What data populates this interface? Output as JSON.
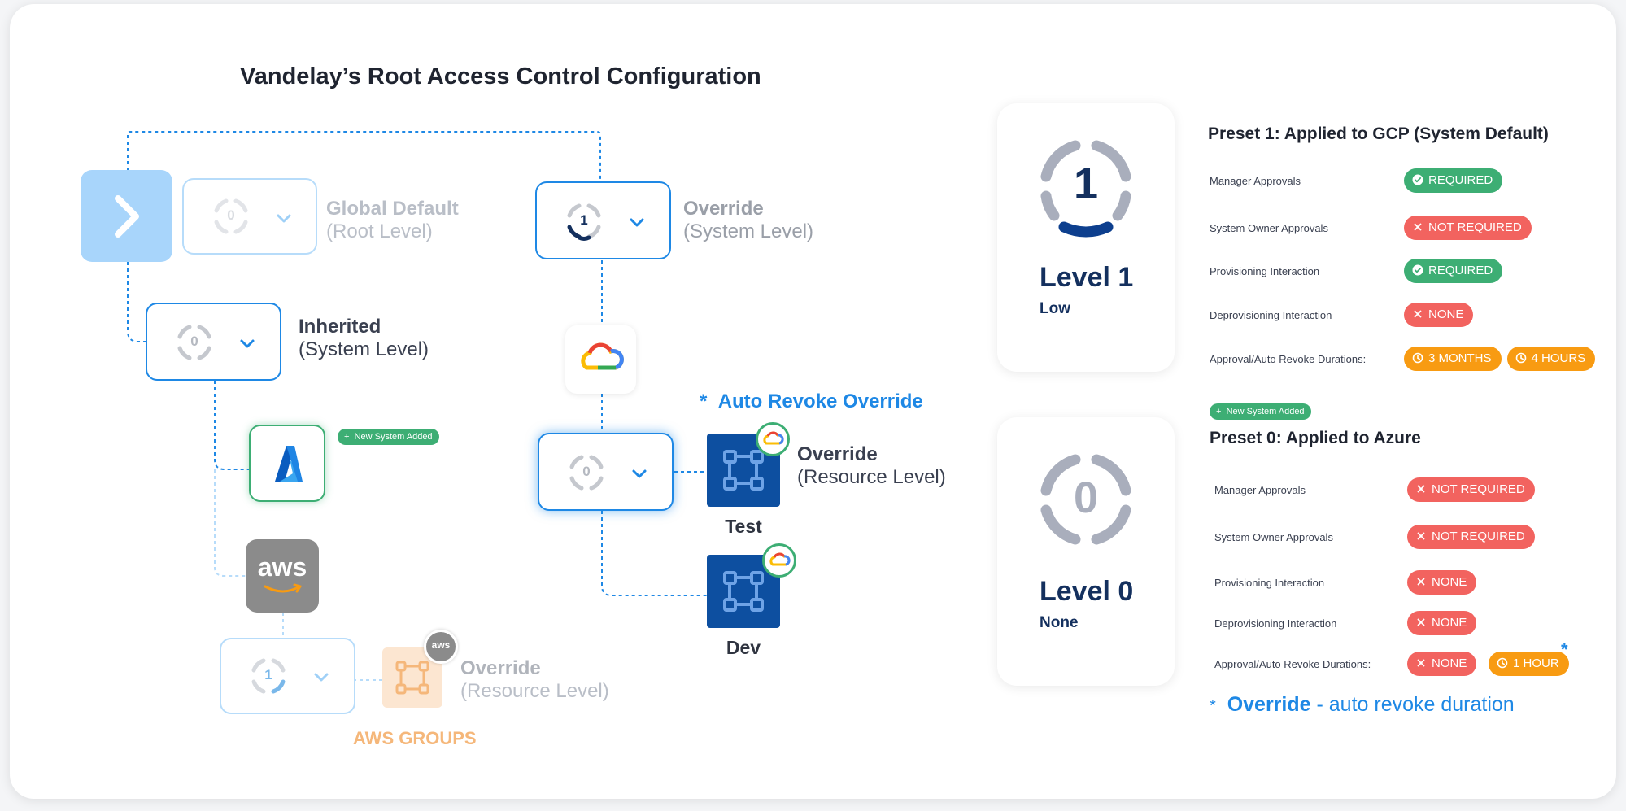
{
  "title": "Vandelay’s Root Access Control Configuration",
  "nodes": {
    "global": {
      "value": "0",
      "line1": "Global Default",
      "line2": "(Root Level)"
    },
    "inherited": {
      "value": "0",
      "line1": "Inherited",
      "line2": "(System Level)"
    },
    "override_system": {
      "value": "1",
      "line1": "Override",
      "line2": "(System Level)"
    },
    "override_resource": {
      "value": "0",
      "line1": "Override",
      "line2": "(Resource Level)"
    },
    "aws_override": {
      "value": "1",
      "line1": "Override",
      "line2": "(Resource Level)"
    }
  },
  "new_system_badge": "New System Added",
  "auto_revoke_label": "Auto Revoke Override",
  "auto_revoke_star": "*",
  "aws_logo_text": "aws",
  "aws_badge_text": "aws",
  "resources": {
    "test": "Test",
    "dev": "Dev"
  },
  "aws_groups": "AWS GROUPS",
  "levels": [
    {
      "number": "1",
      "title": "Level 1",
      "subtitle": "Low"
    },
    {
      "number": "0",
      "title": "Level 0",
      "subtitle": "None"
    }
  ],
  "preset1": {
    "title": "Preset 1: Applied to GCP (System Default)",
    "rows": [
      {
        "label": "Manager Approvals",
        "pills": [
          {
            "text": "REQUIRED",
            "color": "green",
            "icon": "check-icon"
          }
        ]
      },
      {
        "label": "System Owner Approvals",
        "pills": [
          {
            "text": "NOT REQUIRED",
            "color": "red",
            "icon": "x-icon"
          }
        ]
      },
      {
        "label": "Provisioning Interaction",
        "pills": [
          {
            "text": "REQUIRED",
            "color": "green",
            "icon": "check-icon"
          }
        ]
      },
      {
        "label": "Deprovisioning Interaction",
        "pills": [
          {
            "text": "NONE",
            "color": "red",
            "icon": "x-icon"
          }
        ]
      },
      {
        "label": "Approval/Auto Revoke Durations:",
        "pills": [
          {
            "text": "3 MONTHS",
            "color": "orange",
            "icon": "clock-icon"
          },
          {
            "text": "4 HOURS",
            "color": "orange",
            "icon": "clock-icon"
          }
        ]
      }
    ]
  },
  "preset0": {
    "badge": "New System Added",
    "title": "Preset 0: Applied to Azure",
    "rows": [
      {
        "label": "Manager Approvals",
        "pills": [
          {
            "text": "NOT REQUIRED",
            "color": "red",
            "icon": "x-icon"
          }
        ]
      },
      {
        "label": "System Owner Approvals",
        "pills": [
          {
            "text": "NOT REQUIRED",
            "color": "red",
            "icon": "x-icon"
          }
        ]
      },
      {
        "label": "Provisioning Interaction",
        "pills": [
          {
            "text": "NONE",
            "color": "red",
            "icon": "x-icon"
          }
        ]
      },
      {
        "label": "Deprovisioning Interaction",
        "pills": [
          {
            "text": "NONE",
            "color": "red",
            "icon": "x-icon"
          }
        ]
      },
      {
        "label": "Approval/Auto Revoke Durations:",
        "pills": [
          {
            "text": "NONE",
            "color": "red",
            "icon": "x-icon"
          },
          {
            "text": "1 HOUR",
            "color": "orange",
            "icon": "clock-icon"
          }
        ]
      }
    ],
    "star": "*"
  },
  "footnote": {
    "star": "*",
    "bold": "Override",
    "rest": " - auto revoke duration"
  },
  "colors": {
    "accent": "#1e88e5",
    "green": "#3dae74",
    "red": "#f2635f",
    "orange": "#f89b12",
    "navy": "#14305e"
  }
}
